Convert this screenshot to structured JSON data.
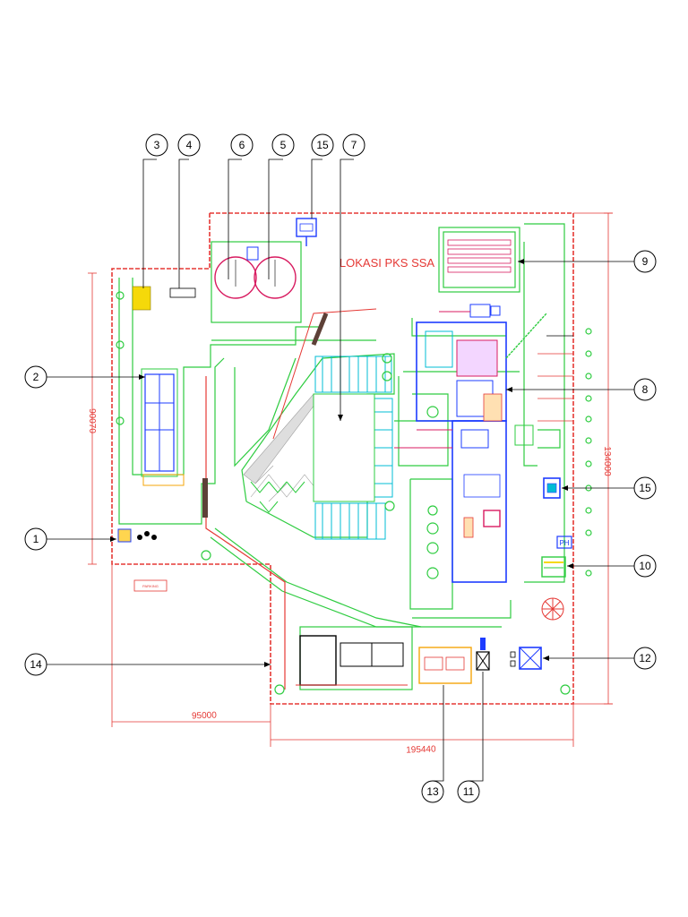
{
  "title": "LOKASI PKS SSA",
  "dimensions": {
    "width_short": "95000",
    "width_long": "195440",
    "height_left": "90070",
    "height_right": "134000"
  },
  "callouts": [
    "1",
    "2",
    "3",
    "4",
    "5",
    "6",
    "7",
    "8",
    "9",
    "10",
    "11",
    "12",
    "13",
    "14",
    "15",
    "15"
  ],
  "colors": {
    "boundary": "#e53935",
    "road": "#2ecc40",
    "building": "#1e3cff",
    "tank": "#d81b60",
    "cyan": "#00bcd4",
    "leader": "#000000",
    "yellow": "#f5d90a"
  },
  "labels": {
    "ph": "PH",
    "parking": "PARKING"
  }
}
